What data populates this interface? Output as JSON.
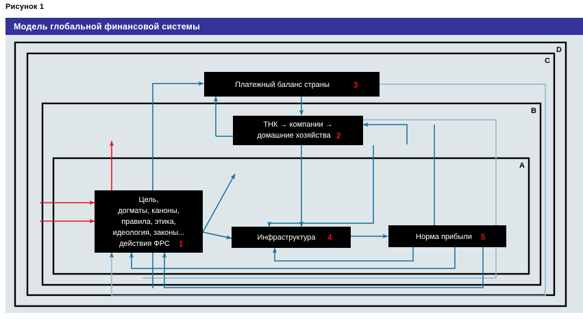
{
  "figure": {
    "caption": "Рисунок 1",
    "title": "Модель глобальной финансовой системы"
  },
  "colors": {
    "banner": "#333399",
    "canvas": "#dfe6ea",
    "node_fill": "#000000",
    "node_text": "#ffffff",
    "number": "#ee1122",
    "flow_arrow": "#136fa0",
    "flow_arrow_light": "#8fb6cc",
    "red_arrow": "#ee1122",
    "frame_border": "#000000"
  },
  "diagram": {
    "type": "block-flow-diagram",
    "frames": [
      {
        "id": "D",
        "label": "D",
        "level": 1
      },
      {
        "id": "C",
        "label": "C",
        "level": 2
      },
      {
        "id": "B",
        "label": "B",
        "level": 3
      },
      {
        "id": "A",
        "label": "A",
        "level": 4
      }
    ],
    "nodes": [
      {
        "id": "node3",
        "number": "3",
        "lines": [
          "Платежный баланс страны"
        ],
        "full_text": "Платежный баланс страны 3"
      },
      {
        "id": "node2",
        "number": "2",
        "lines": [
          "ТНК → компании →",
          "домашние хозяйства"
        ],
        "full_text": "ТНК → компании → домашние хозяйства 2"
      },
      {
        "id": "node1",
        "number": "1",
        "lines": [
          "Цель,",
          "догматы, каноны,",
          "правила, этика,",
          "идеология, законы...",
          "действия ФРС"
        ],
        "full_text": "Цель, догматы, каноны, правила, этика, идеология, законы... действия ФРС 1"
      },
      {
        "id": "node4",
        "number": "4",
        "lines": [
          "Инфраструктура"
        ],
        "full_text": "Инфраструктура 4"
      },
      {
        "id": "node5",
        "number": "5",
        "lines": [
          "Норма прибыли"
        ],
        "full_text": "Норма прибыли 5"
      }
    ]
  }
}
